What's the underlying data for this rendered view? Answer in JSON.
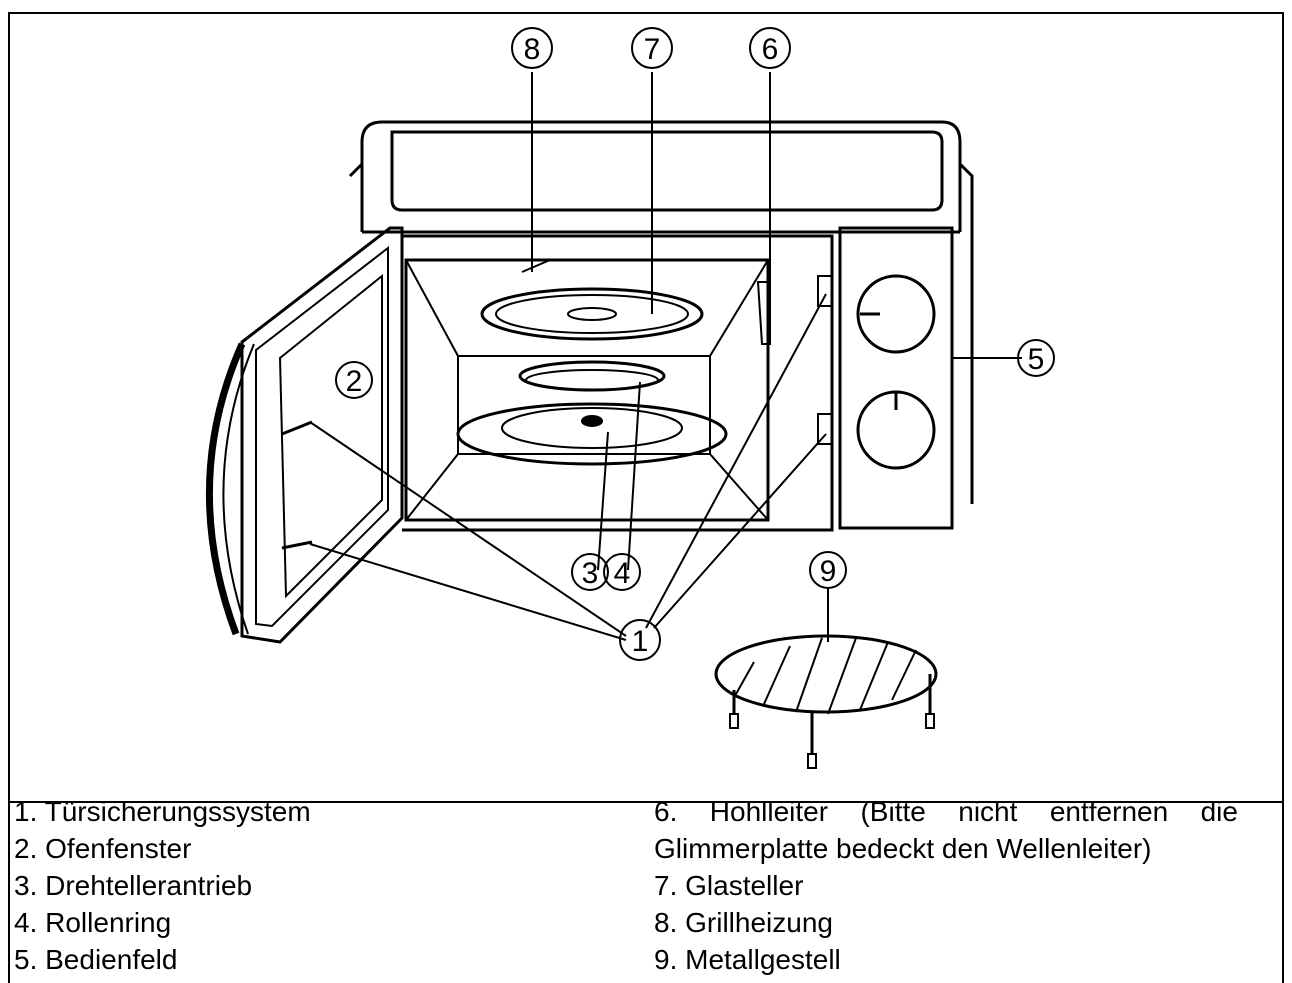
{
  "callouts": [
    "1",
    "2",
    "3",
    "4",
    "5",
    "6",
    "7",
    "8",
    "9"
  ],
  "legend": {
    "left": [
      "1. Türsicherungssystem",
      "2. Ofenfenster",
      "3. Drehtellerantrieb",
      "4. Rollenring",
      "5. Bedienfeld"
    ],
    "right": {
      "item6_words": [
        "6.",
        "Hohlleiter",
        "(Bitte",
        "nicht",
        "entfernen",
        "die"
      ],
      "item6_cont": "Glimmerplatte bedeckt den Wellenleiter)",
      "rest": [
        "7. Glasteller",
        "8. Grillheizung",
        "9. Metallgestell"
      ]
    }
  }
}
